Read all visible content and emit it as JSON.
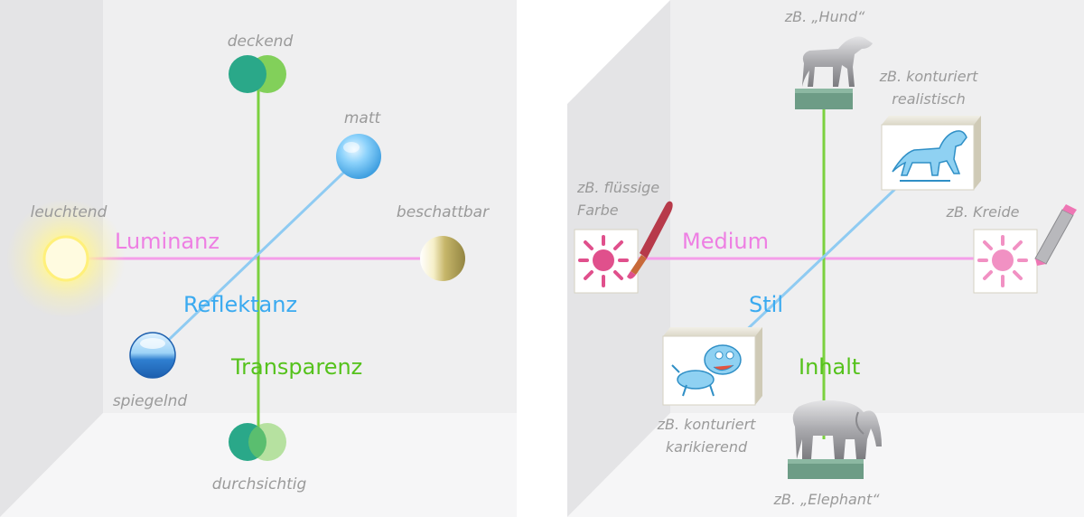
{
  "left_cube": {
    "poles": {
      "top": "deckend",
      "bottom": "durchsichtig",
      "left": "leuchtend",
      "right": "beschattbar",
      "upper_right": "matt",
      "lower_left": "spiegelnd"
    },
    "axes": {
      "horizontal": "Luminanz",
      "diagonal": "Reflektanz",
      "vertical": "Transparenz"
    }
  },
  "right_cube": {
    "examples": {
      "top": "zB. „Hund“",
      "upper_right_line1": "zB. konturiert",
      "upper_right_line2": "realistisch",
      "left_line1": "zB. flüssige",
      "left_line2": "Farbe",
      "right": "zB. Kreide",
      "lower_left_line1": "zB. konturiert",
      "lower_left_line2": "karikierend",
      "bottom": "zB. „Elephant“"
    },
    "axes": {
      "horizontal": "Medium",
      "diagonal": "Stil",
      "vertical": "Inhalt"
    }
  },
  "colors": {
    "luminance_axis": "#f59ee9",
    "reflectance_axis": "#8fcbf2",
    "transparency_axis": "#7bd13f",
    "luminance_text": "#ee7fe3",
    "reflectance_text": "#3aaaf0",
    "transparency_text": "#55c21c",
    "label_gray": "#9a9a9a"
  }
}
